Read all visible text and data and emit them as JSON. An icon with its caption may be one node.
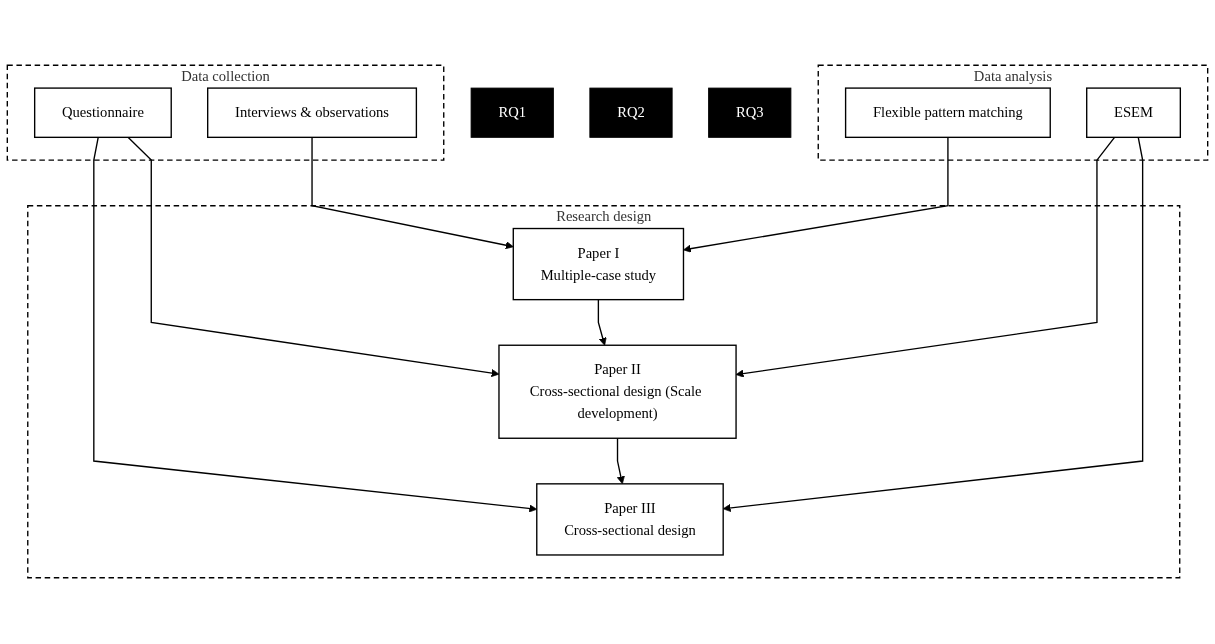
{
  "diagram": {
    "nodes": [
      {
        "text": [
          "Data collection"
        ]
      },
      {
        "text": [
          "Interviews & observations"
        ],
        "in": 0
      },
      {
        "text": [
          "Questionnaire"
        ],
        "in": 0
      },
      {
        "text": [
          "Research design"
        ]
      },
      {
        "text": [
          "Paper I",
          "Multiple-case study"
        ],
        "in": 3
      },
      {
        "text": [
          "RQ1"
        ]
      },
      {
        "text": [
          "Paper II",
          "Cross-sectional design (Scale development)"
        ],
        "in": 3
      },
      {
        "text": [
          "RQ2"
        ]
      },
      {
        "text": [
          "Paper III",
          "Cross-sectional design"
        ],
        "in": 3
      },
      {
        "text": [
          "RQ3"
        ]
      },
      {
        "text": [
          "Data analysis"
        ]
      },
      {
        "text": [
          "Flexible pattern matching"
        ],
        "in": 10
      },
      {
        "text": [
          "ESEM"
        ],
        "in": 10
      }
    ],
    "edges": [
      {
        "from": 1,
        "to": 4,
        "arrow": "to"
      },
      {
        "from": 2,
        "to": 6,
        "arrow": "to"
      },
      {
        "from": 2,
        "to": 8,
        "arrow": "to"
      },
      {
        "from": 4,
        "to": 6,
        "arrow": "to"
      },
      {
        "from": 6,
        "to": 8,
        "arrow": "to"
      },
      {
        "from": 11,
        "to": 4,
        "arrow": "to"
      },
      {
        "from": 12,
        "to": 6,
        "arrow": "to"
      },
      {
        "from": 12,
        "to": 8,
        "arrow": "to"
      }
    ]
  }
}
